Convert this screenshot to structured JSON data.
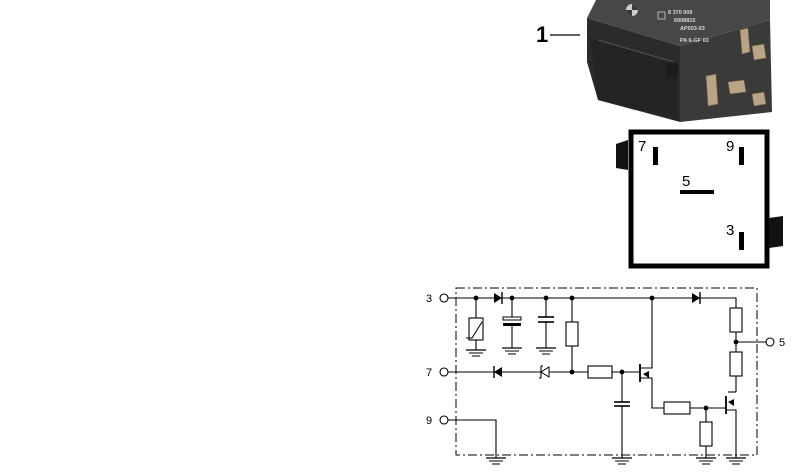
{
  "callout": {
    "number": "1"
  },
  "relay_photo": {
    "label_lines": [
      "8 370 009",
      "6908815",
      "AP003-03",
      "PA 6-GF 03"
    ]
  },
  "socket_view": {
    "pins": {
      "pin7": "7",
      "pin9": "9",
      "pin5": "5",
      "pin3": "3"
    }
  },
  "schematic": {
    "terminals": {
      "t3": "3",
      "t7": "7",
      "t9": "9",
      "t5": "5"
    }
  },
  "colors": {
    "line": "#000000",
    "relay_body": "#2e2e2e",
    "relay_top": "#4a4a4a",
    "connector_metal": "#b9a486"
  }
}
